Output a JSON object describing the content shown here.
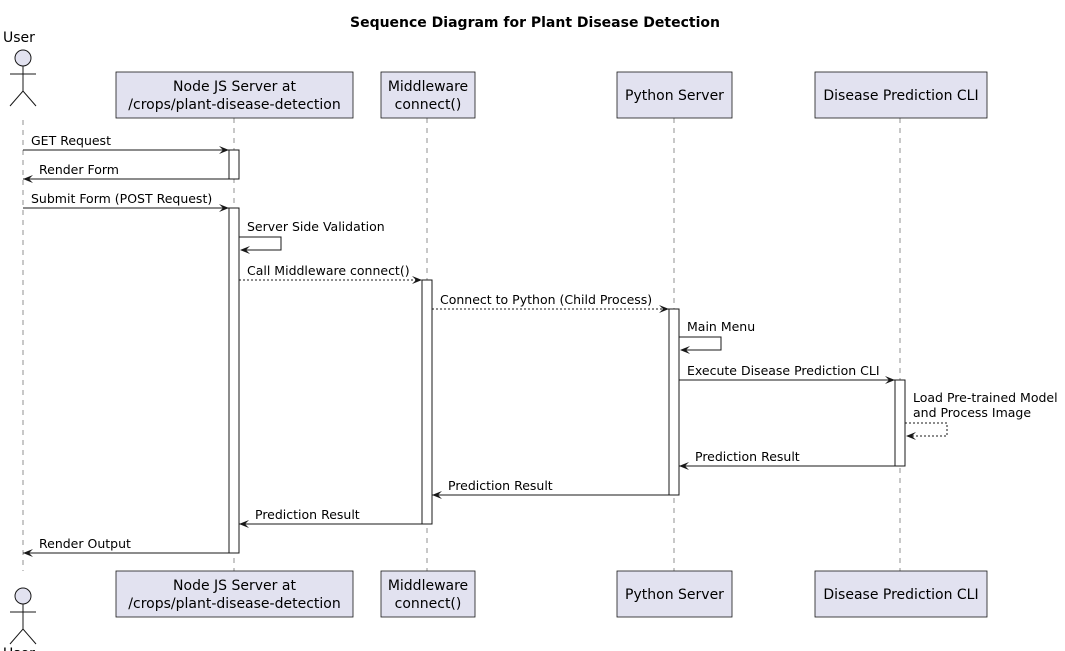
{
  "title": "Sequence Diagram for Plant Disease Detection",
  "participants": [
    {
      "id": "user",
      "type": "actor",
      "label": [
        "User"
      ]
    },
    {
      "id": "node",
      "type": "box",
      "label": [
        "Node JS Server at",
        "/crops/plant-disease-detection"
      ]
    },
    {
      "id": "middleware",
      "type": "box",
      "label": [
        "Middleware",
        "connect()"
      ]
    },
    {
      "id": "python",
      "type": "box",
      "label": [
        "Python Server"
      ]
    },
    {
      "id": "cli",
      "type": "box",
      "label": [
        "Disease Prediction CLI"
      ]
    }
  ],
  "messages": [
    {
      "from": "user",
      "to": "node",
      "label": [
        "GET Request"
      ],
      "style": "solid"
    },
    {
      "from": "node",
      "to": "user",
      "label": [
        "Render Form"
      ],
      "style": "solid"
    },
    {
      "from": "user",
      "to": "node",
      "label": [
        "Submit Form (POST Request)"
      ],
      "style": "solid"
    },
    {
      "from": "node",
      "to": "node",
      "label": [
        "Server Side Validation"
      ],
      "style": "solid"
    },
    {
      "from": "node",
      "to": "middleware",
      "label": [
        "Call Middleware connect()"
      ],
      "style": "dashed"
    },
    {
      "from": "middleware",
      "to": "python",
      "label": [
        "Connect to Python (Child Process)"
      ],
      "style": "dashed"
    },
    {
      "from": "python",
      "to": "python",
      "label": [
        "Main Menu"
      ],
      "style": "solid"
    },
    {
      "from": "python",
      "to": "cli",
      "label": [
        "Execute Disease Prediction CLI"
      ],
      "style": "solid"
    },
    {
      "from": "cli",
      "to": "cli",
      "label": [
        "Load Pre-trained Model",
        "and Process Image"
      ],
      "style": "dashed"
    },
    {
      "from": "cli",
      "to": "python",
      "label": [
        "Prediction Result"
      ],
      "style": "solid"
    },
    {
      "from": "python",
      "to": "middleware",
      "label": [
        "Prediction Result"
      ],
      "style": "solid"
    },
    {
      "from": "middleware",
      "to": "node",
      "label": [
        "Prediction Result"
      ],
      "style": "solid"
    },
    {
      "from": "node",
      "to": "user",
      "label": [
        "Render Output"
      ],
      "style": "solid"
    }
  ]
}
